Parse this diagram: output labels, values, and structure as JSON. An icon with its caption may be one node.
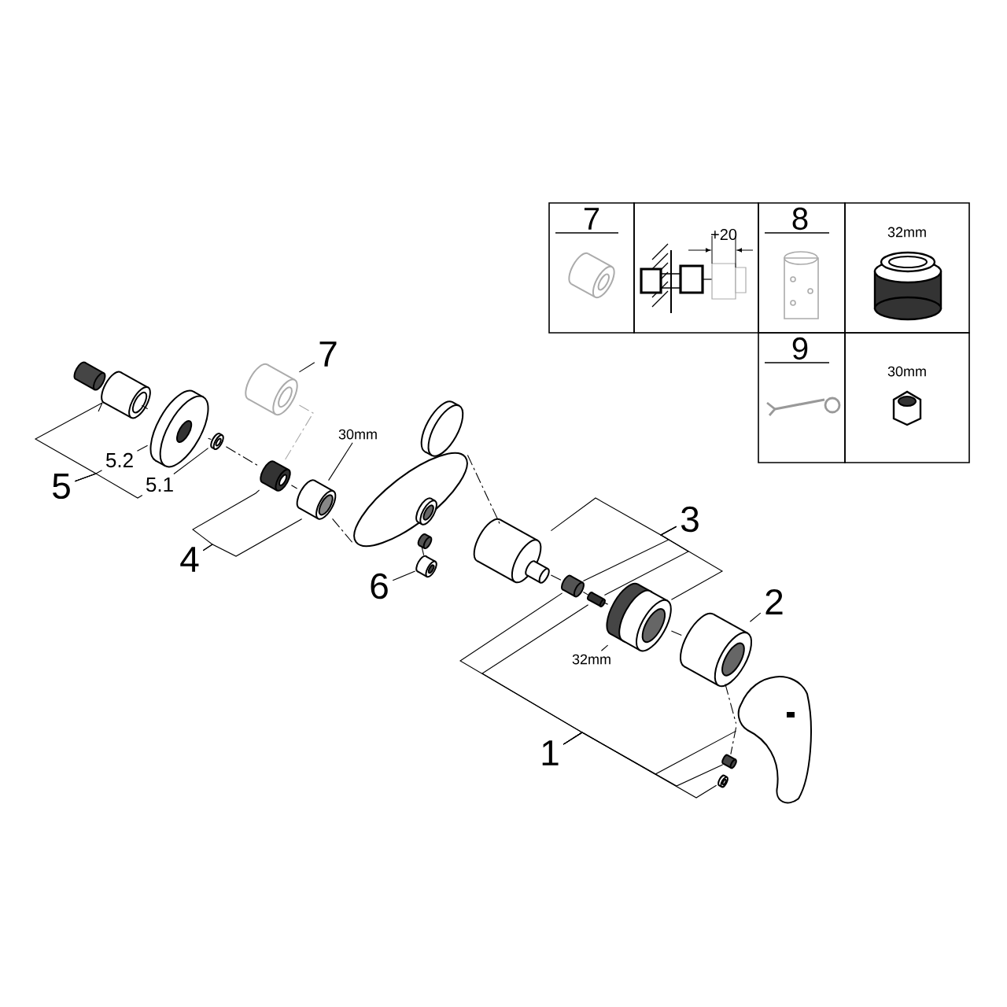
{
  "diagram": {
    "nodes": [
      {
        "text": [
          "5"
        ]
      },
      {
        "text": [
          "5.2"
        ]
      },
      {
        "text": [
          "5.1"
        ]
      },
      {
        "text": [
          "7"
        ]
      },
      {
        "text": [
          "30mm"
        ]
      },
      {
        "text": [
          "4"
        ]
      },
      {
        "text": [
          "6"
        ]
      },
      {
        "text": [
          "3"
        ]
      },
      {
        "text": [
          "2"
        ]
      },
      {
        "text": [
          "32mm"
        ]
      },
      {
        "text": [
          "1"
        ]
      },
      {
        "text": [],
        "shape": "picture"
      },
      {
        "text": [],
        "shape": "picture"
      },
      {
        "text": [],
        "shape": "picture"
      },
      {
        "text": [],
        "shape": "picture"
      },
      {
        "text": [],
        "shape": "picture"
      },
      {
        "text": [],
        "shape": "picture"
      },
      {
        "text": [],
        "shape": "picture"
      },
      {
        "text": [],
        "shape": "picture"
      },
      {
        "text": [],
        "shape": "picture"
      },
      {
        "text": [],
        "shape": "picture"
      },
      {
        "text": [],
        "shape": "picture"
      },
      {
        "text": [],
        "shape": "picture"
      },
      {
        "text": [],
        "shape": "picture"
      },
      {
        "text": [],
        "shape": "picture"
      },
      {
        "text": [],
        "shape": "picture"
      },
      {
        "text": [],
        "shape": "picture"
      },
      {
        "text": [
          "7"
        ]
      },
      {
        "text": [
          "+20"
        ]
      },
      {
        "text": [
          "8"
        ]
      },
      {
        "text": [
          "32mm"
        ]
      },
      {
        "text": [
          "9"
        ]
      },
      {
        "text": [
          "30mm"
        ]
      }
    ],
    "edges": [
      {
        "from": 0,
        "to": 11,
        "arrow": "none"
      },
      {
        "from": 0,
        "to": 1,
        "arrow": "none"
      },
      {
        "from": 0,
        "to": 2,
        "arrow": "none"
      },
      {
        "from": 1,
        "to": 12,
        "arrow": "none"
      },
      {
        "from": 2,
        "to": 13,
        "arrow": "none"
      },
      {
        "from": 3,
        "to": 14,
        "arrow": "none"
      },
      {
        "from": 4,
        "to": 16,
        "arrow": "none"
      },
      {
        "from": 5,
        "to": 15,
        "arrow": "none"
      },
      {
        "from": 5,
        "to": 16,
        "arrow": "none"
      },
      {
        "from": 6,
        "to": 18,
        "arrow": "none"
      },
      {
        "from": 7,
        "to": 19,
        "arrow": "none"
      },
      {
        "from": 7,
        "to": 20,
        "arrow": "none"
      },
      {
        "from": 7,
        "to": 21,
        "arrow": "none"
      },
      {
        "from": 7,
        "to": 22,
        "arrow": "none"
      },
      {
        "from": 8,
        "to": 23,
        "arrow": "none"
      },
      {
        "from": 9,
        "to": 22,
        "arrow": "none"
      },
      {
        "from": 10,
        "to": 20,
        "arrow": "none"
      },
      {
        "from": 10,
        "to": 21,
        "arrow": "none"
      },
      {
        "from": 10,
        "to": 24,
        "arrow": "none"
      },
      {
        "from": 10,
        "to": 25,
        "arrow": "none"
      },
      {
        "from": 10,
        "to": 26,
        "arrow": "none"
      },
      {
        "from": 11,
        "to": 12,
        "arrow": "none",
        "style": "dashed"
      },
      {
        "from": 12,
        "to": 13,
        "arrow": "none",
        "style": "dashed"
      },
      {
        "from": 13,
        "to": 15,
        "arrow": "none",
        "style": "dashed"
      },
      {
        "from": 14,
        "to": 15,
        "arrow": "none",
        "style": "dashed",
        "color": "#aaaaaa"
      },
      {
        "from": 15,
        "to": 16,
        "arrow": "none",
        "style": "dashed"
      },
      {
        "from": 16,
        "to": 17,
        "arrow": "none",
        "style": "dashed"
      },
      {
        "from": 17,
        "to": 18,
        "arrow": "none",
        "style": "dashed"
      },
      {
        "from": 17,
        "to": 19,
        "arrow": "none",
        "style": "dashed"
      },
      {
        "from": 19,
        "to": 20,
        "arrow": "none",
        "style": "dashed"
      },
      {
        "from": 20,
        "to": 21,
        "arrow": "none",
        "style": "dashed"
      },
      {
        "from": 21,
        "to": 22,
        "arrow": "none",
        "style": "dashed"
      },
      {
        "from": 22,
        "to": 23,
        "arrow": "none",
        "style": "dashed"
      },
      {
        "from": 23,
        "to": 24,
        "arrow": "none",
        "style": "dashed"
      },
      {
        "from": 24,
        "to": 25,
        "arrow": "none",
        "style": "dashed"
      }
    ]
  }
}
